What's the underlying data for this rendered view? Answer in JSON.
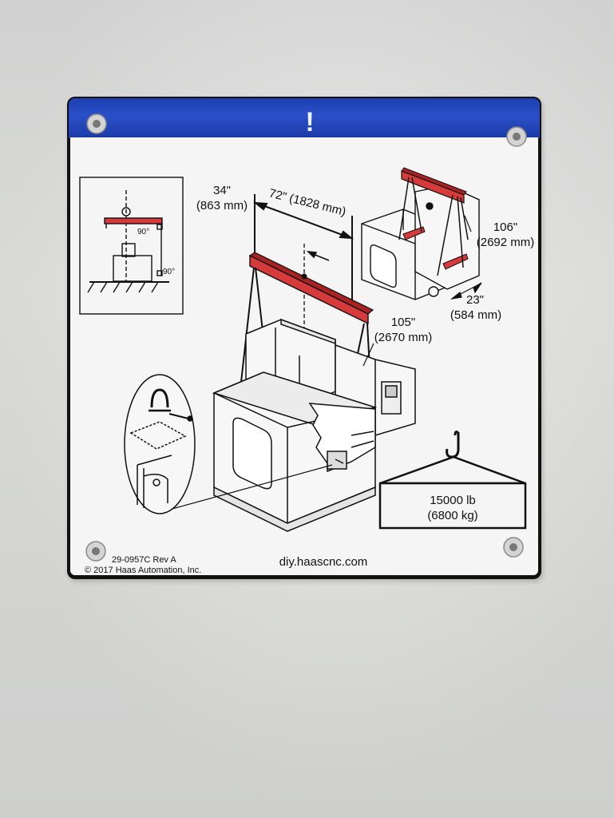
{
  "placard": {
    "warning_symbol": "!",
    "beam_span_label": "72\" (1828 mm)",
    "left_offset_inch": "34\"",
    "left_offset_mm": "(863 mm)",
    "depth_inch": "105\"",
    "depth_mm": "(2670 mm)",
    "height_inch": "106\"",
    "height_mm": "(2692 mm)",
    "side_inch": "23\"",
    "side_mm": "(584 mm)",
    "angle_top": "90°",
    "angle_bottom": "90°",
    "weight_lb": "15000 lb",
    "weight_kg": "(6800 kg)",
    "part_number": "29-0957C Rev A",
    "copyright": "© 2017 Haas Automation, Inc.",
    "website": "diy.haascnc.com"
  },
  "colors": {
    "header_blue": "#2a4fc8",
    "beam_red": "#d63a3a",
    "ink": "#111111",
    "placard_white": "#f4f5f4"
  }
}
